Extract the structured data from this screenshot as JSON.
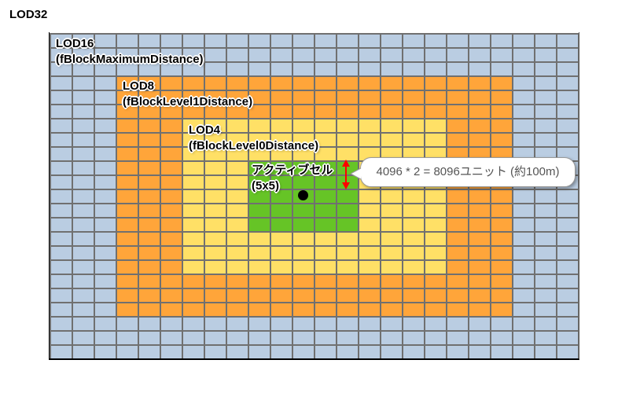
{
  "title": "LOD32",
  "zones": {
    "lod16": {
      "name": "LOD16",
      "setting": "(fBlockMaximumDistance)",
      "color": "#bacde2"
    },
    "lod8": {
      "name": "LOD8",
      "setting": "(fBlockLevel1Distance)",
      "color": "#ffa53a"
    },
    "lod4": {
      "name": "LOD4",
      "setting": "(fBlockLevel0Distance)",
      "color": "#ffe066"
    },
    "active": {
      "name": "アクティブセル",
      "size": "(5x5)",
      "color": "#66c426"
    }
  },
  "callout": "4096 * 2 = 8096ユニット (約100m)",
  "arrow_color": "#ff0000"
}
